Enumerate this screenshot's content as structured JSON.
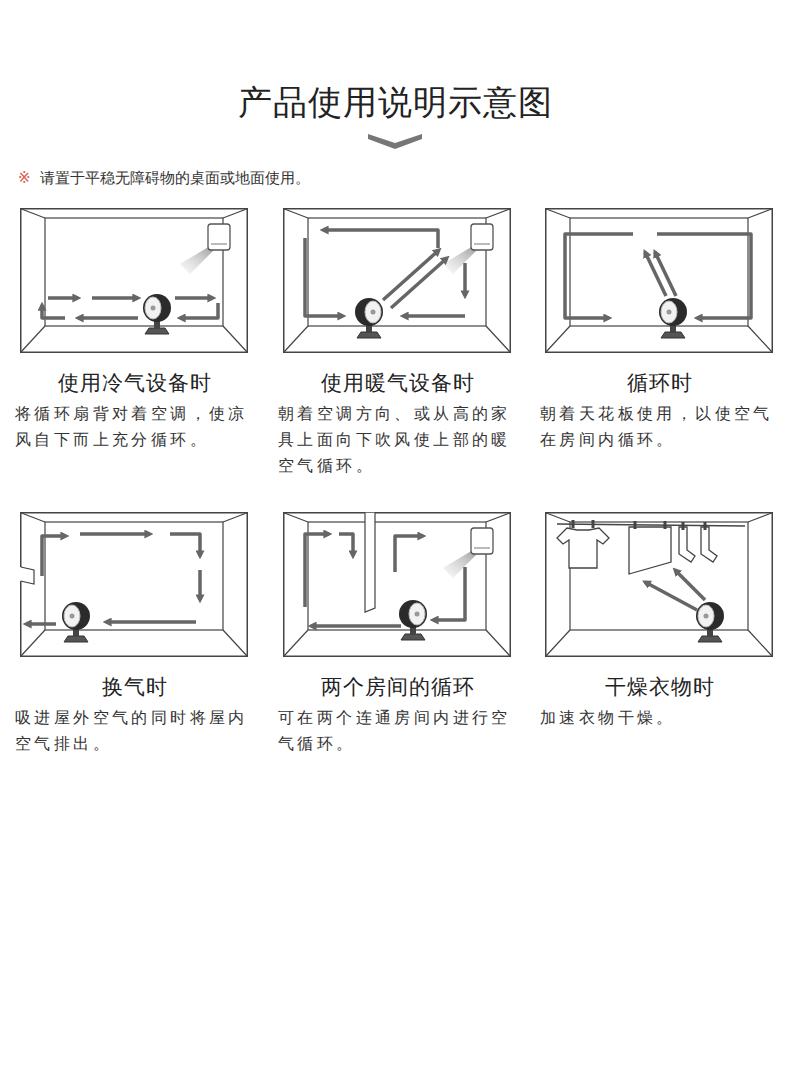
{
  "diagram": {
    "title": "产品使用说明示意图",
    "nodes": [
      {
        "text": [
          "使用冷气设备时",
          "将循环扇背对着空调，使凉风自下而上充分循环。"
        ]
      },
      {
        "text": [
          "使用暖气设备时",
          "朝着空调方向、或从高的家具上面向下吹风使上部的暖空气循环。"
        ]
      },
      {
        "text": [
          "循环时",
          "朝着天花板使用，以使空气在房间内循环。"
        ]
      },
      {
        "text": [
          "换气时",
          "吸进屋外空气的同时将屋内空气排出。"
        ]
      },
      {
        "text": [
          "两个房间的循环",
          "可在两个连通房间内进行空气循环。"
        ]
      },
      {
        "text": [
          "干燥衣物时",
          "加速衣物干燥。"
        ]
      }
    ],
    "labels": [
      "※",
      "请置于平稳无障碍物的桌面或地面使用。"
    ]
  }
}
